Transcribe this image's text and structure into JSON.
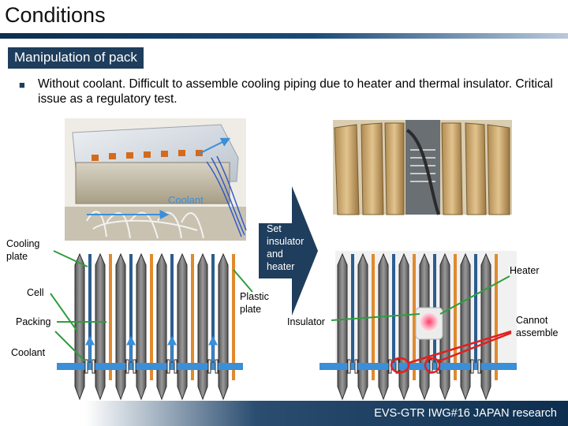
{
  "title": "Conditions",
  "subtitle": "Manipulation of pack",
  "bullet": "Without coolant. Difficult to assemble cooling piping due to heater and thermal insulator. Critical issue as a regulatory test.",
  "bullet_icon": "square-bullet-icon",
  "labels": {
    "coolant_photo": "Coolant",
    "cooling_plate": "Cooling plate",
    "cell": "Cell",
    "packing": "Packing",
    "coolant": "Coolant",
    "plastic_plate": "Plastic plate",
    "set_insulator": "Set insulator and heater",
    "heater": "Heater",
    "insulator": "Insulator",
    "cannot_assemble": "Cannot assemble"
  },
  "footer": "EVS-GTR IWG#16 JAPAN research",
  "colors": {
    "header_dark": "#0d2e4e",
    "subtitle_bg": "#1f3d5c",
    "cooling_plate": "#2b5d8f",
    "plastic_plate": "#e08a2e",
    "cell": "#5a5a5a",
    "coolant_pipe": "#3a8fd8",
    "arrow": "#1f3d5c",
    "callout_line": "#2e9e3e",
    "alert": "#e02020"
  }
}
